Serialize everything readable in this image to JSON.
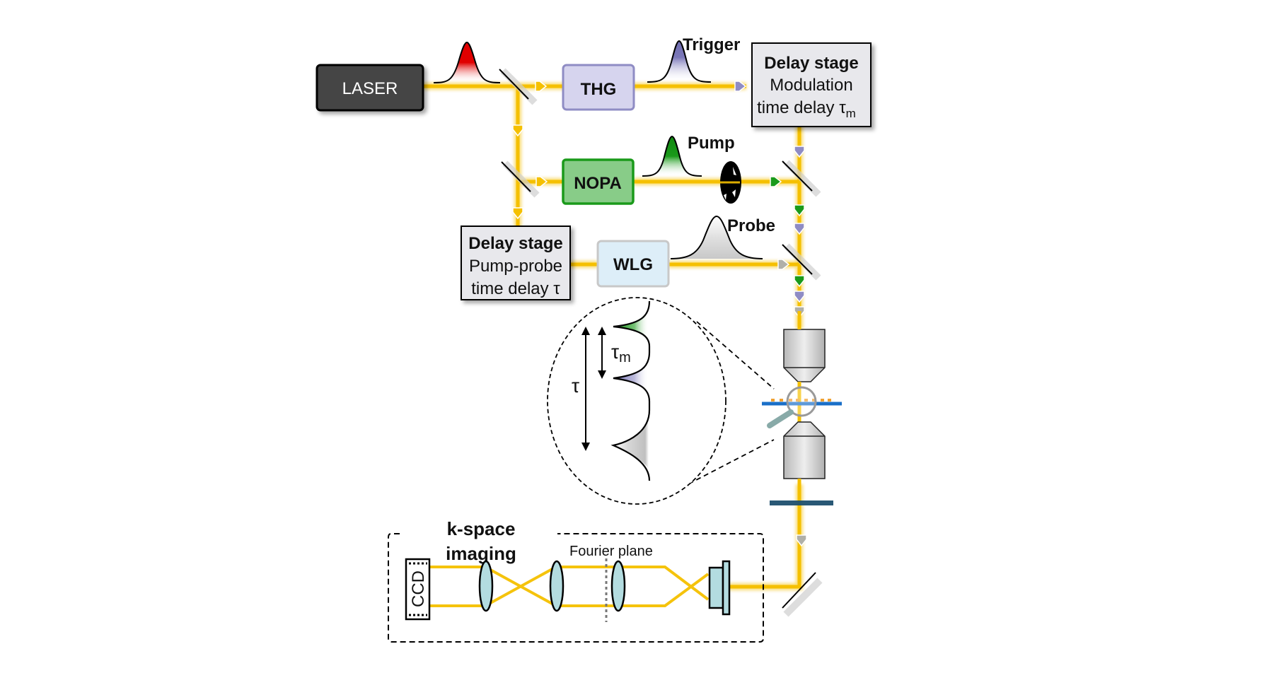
{
  "diagram": {
    "components": {
      "laser": {
        "label": "LASER",
        "fill": "#444444"
      },
      "thg": {
        "label": "THG",
        "fill": "#d6d4ee",
        "stroke": "#8f8cc4"
      },
      "nopa": {
        "label": "NOPA",
        "fill": "#88cc88",
        "stroke": "#1a9a1a"
      },
      "wlg": {
        "label": "WLG",
        "fill": "#ddeef8",
        "stroke": "#c8c8c8"
      },
      "delay_modulation": {
        "title": "Delay stage",
        "line1": "Modulation",
        "line2": "time delay τ",
        "subscript": "m"
      },
      "delay_pumpprobe": {
        "title": "Delay stage",
        "line1": "Pump-probe",
        "line2": "time delay τ"
      },
      "ccd": {
        "label": "CCD"
      }
    },
    "pulse_labels": {
      "trigger": "Trigger",
      "pump": "Pump",
      "probe": "Probe"
    },
    "inset": {
      "tau": "τ",
      "tau_m": "τ",
      "tau_m_sub": "m"
    },
    "kspace": {
      "title_line1": "k-space",
      "title_line2": "imaging",
      "fourier_plane": "Fourier plane"
    },
    "colors": {
      "beam": "#f5c000",
      "fundamental": "#e00000",
      "trigger": "#7b78b8",
      "pump": "#1a9a1a",
      "probe": "#b0b0b0",
      "sample": "#1a6fc8",
      "filter": "#1e4f6e",
      "lens": "#b3dce0"
    }
  }
}
